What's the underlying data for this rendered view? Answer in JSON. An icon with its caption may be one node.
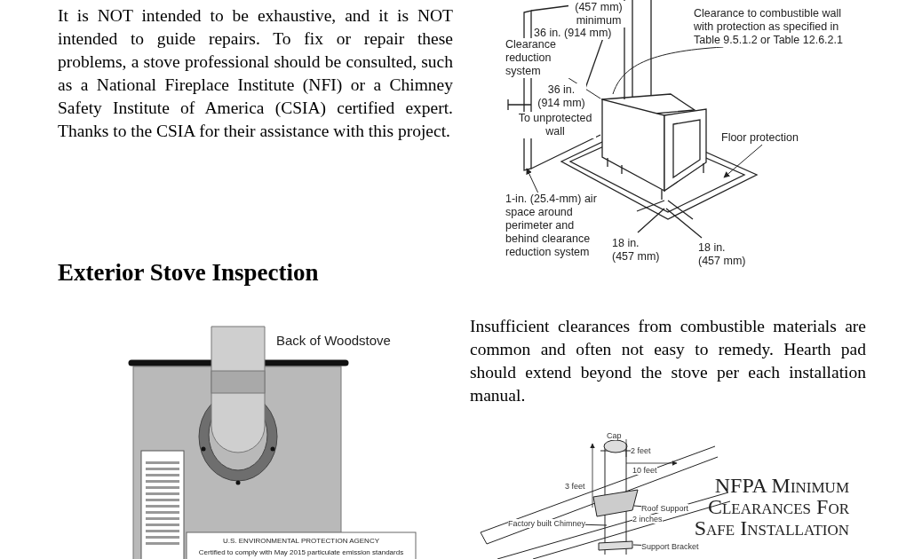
{
  "diagram": {
    "nodes": [
      {
        "text": [
          "Clearance reduction system"
        ]
      },
      {
        "text": [
          "Clearance to combustible wall with protection as specified in Table 9.5.1.2 or Table 12.6.2.1"
        ]
      },
      {
        "text": [
          "Floor protection"
        ]
      },
      {
        "text": [
          "1-in. (25.4-mm) air space around perimeter and behind clearance reduction system"
        ]
      },
      {
        "text": [
          "Roof Support"
        ]
      },
      {
        "text": [
          "Factory built Chimney"
        ]
      },
      {
        "text": [
          "Support Bracket"
        ]
      }
    ],
    "edges": [
      {
        "from": 0,
        "to": null,
        "arrow": "none"
      },
      {
        "from": 1,
        "to": null,
        "arrow": "none"
      },
      {
        "from": 2,
        "to": null,
        "arrow": "to"
      },
      {
        "from": 3,
        "to": null,
        "arrow": "to"
      },
      {
        "from": 4,
        "to": null,
        "arrow": "none"
      },
      {
        "from": 5,
        "to": null,
        "arrow": "none"
      },
      {
        "from": 6,
        "to": null,
        "arrow": "none"
      }
    ],
    "labels": [
      "It is NOT intended to be exhaustive, and it is NOT intended to guide repairs. To fix or repair these problems, a stove professional should be consulted, such as a National Fireplace Institute (NFI) or a Chimney Safety Institute of America (CSIA) certified expert. Thanks to the CSIA for their assistance with this project.",
      "(457 mm) minimum",
      "36 in. (914 mm)",
      "36 in. (914 mm)",
      "To unprotected wall",
      "18 in. (457 mm)",
      "18 in. (457 mm)",
      "Exterior Stove Inspection",
      "Back of Woodstove",
      "U.S. ENVIRONMENTAL PROTECTION AGENCY",
      "Certified to comply with May 2015 particulate emission standards",
      "Insufficient clearances from combustible materials are common and often not easy to remedy. Hearth pad should extend beyond the stove per each installation manual.",
      "Cap",
      "2 feet",
      "10 feet",
      "3 feet",
      "2 inches",
      "NFPA Minimum Clearances For Safe Installation"
    ]
  }
}
